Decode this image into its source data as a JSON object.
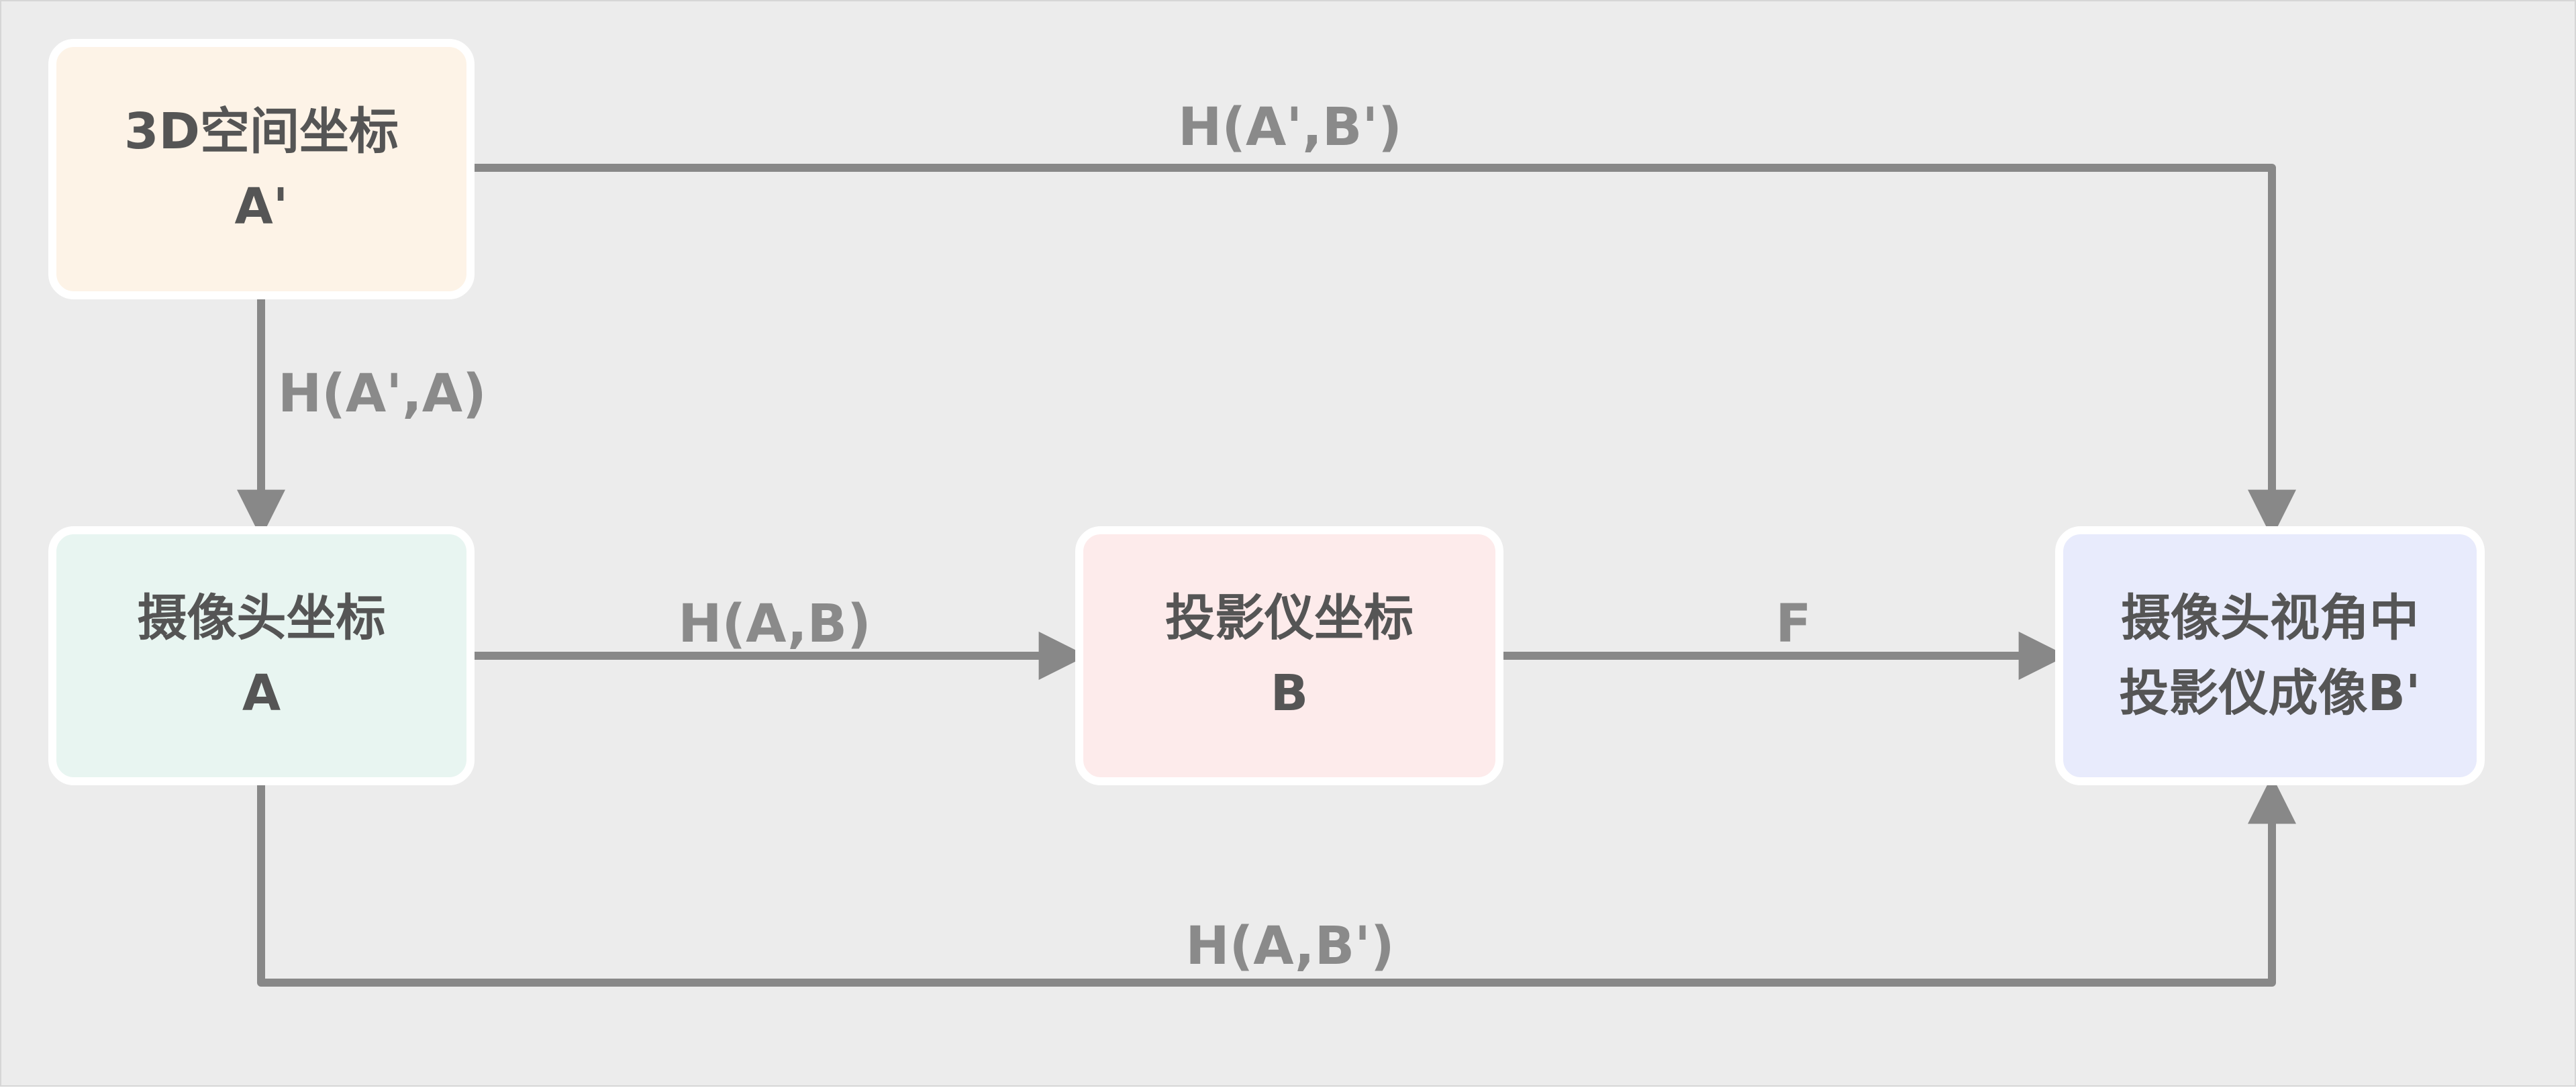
{
  "colors": {
    "background": "#ececec",
    "arrow": "#888888",
    "node_3d": "#fdf3e7",
    "node_camera": "#e8f5f1",
    "node_projector": "#fdebeb",
    "node_result": "#e8ebfc"
  },
  "nodes": {
    "space3d": {
      "line1": "3D空间坐标",
      "line2": "A'"
    },
    "camera": {
      "line1": "摄像头坐标",
      "line2": "A"
    },
    "projector": {
      "line1": "投影仪坐标",
      "line2": "B"
    },
    "result": {
      "line1": "摄像头视角中",
      "line2": "投影仪成像B'"
    }
  },
  "edges": {
    "space3d_to_result": "H(A',B')",
    "space3d_to_camera": "H(A',A)",
    "camera_to_projector": "H(A,B)",
    "projector_to_result": "F",
    "camera_to_result": "H(A,B')"
  }
}
